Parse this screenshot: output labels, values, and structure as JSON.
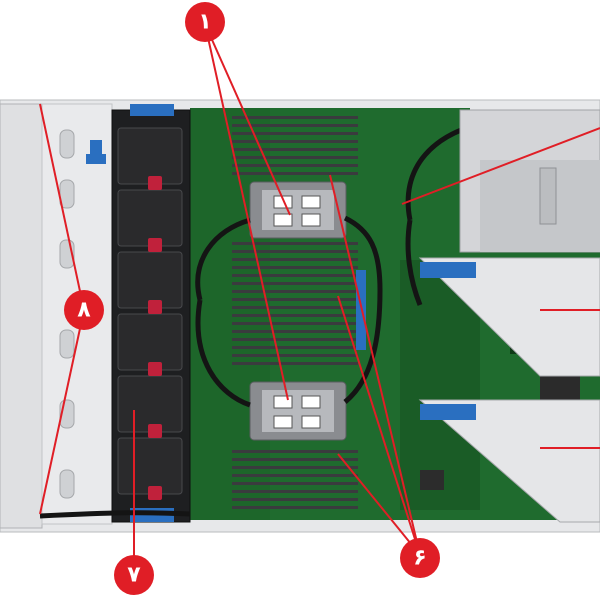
{
  "callouts": {
    "c1": "۱",
    "c6": "۶",
    "c7": "۷",
    "c8": "۸"
  },
  "colors": {
    "callout": "#e01e26",
    "board": "#1f6b2e",
    "board_dark": "#174f23",
    "chassis": "#d9dadc",
    "fan": "#2a2a2c",
    "latch": "#c0213b",
    "clip_blue": "#2a6fc0",
    "dimm": "#3a3b3e",
    "heatsink": "#8a8c90"
  }
}
